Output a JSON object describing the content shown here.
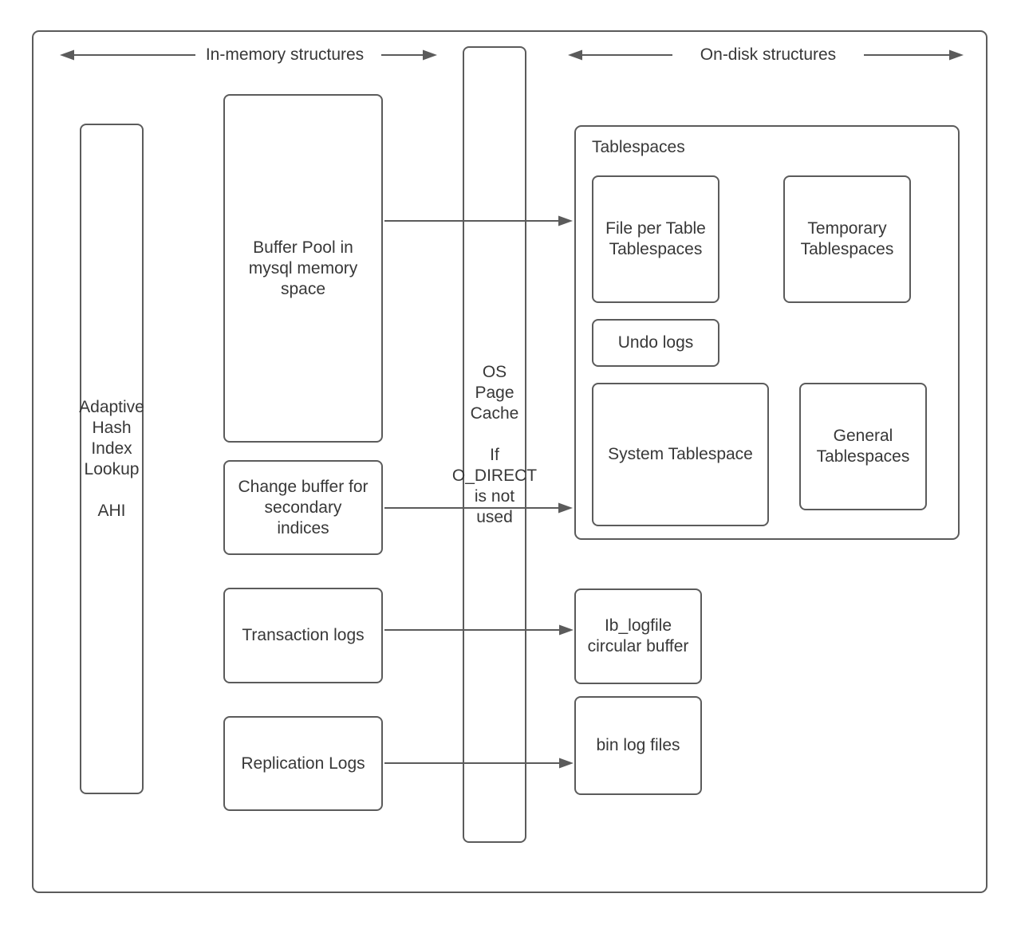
{
  "headers": {
    "in_memory": "In-memory structures",
    "on_disk": "On-disk structures"
  },
  "nodes": {
    "ahi": {
      "lines": [
        "Adaptive",
        "Hash",
        "Index",
        "Lookup",
        "",
        "AHI"
      ]
    },
    "buffer_pool": {
      "lines": [
        "Buffer Pool in",
        "mysql memory",
        "space"
      ]
    },
    "change_buffer": {
      "lines": [
        "Change buffer for",
        "secondary",
        "indices"
      ]
    },
    "transaction_logs": {
      "lines": [
        "Transaction logs"
      ]
    },
    "replication_logs": {
      "lines": [
        "Replication Logs"
      ]
    },
    "os_page_cache": {
      "lines": [
        "OS",
        "Page",
        "Cache",
        "",
        "If",
        "O_DIRECT",
        "is not",
        "used"
      ]
    },
    "tablespaces": {
      "label": "Tablespaces"
    },
    "file_per_table": {
      "lines": [
        "File per Table",
        "Tablespaces"
      ]
    },
    "temporary_tablespaces": {
      "lines": [
        "Temporary",
        "Tablespaces"
      ]
    },
    "undo_logs": {
      "lines": [
        "Undo logs"
      ]
    },
    "system_tablespace": {
      "lines": [
        "System Tablespace"
      ]
    },
    "general_tablespaces": {
      "lines": [
        "General",
        "Tablespaces"
      ]
    },
    "ib_logfile": {
      "lines": [
        "Ib_logfile",
        "circular buffer"
      ]
    },
    "bin_log_files": {
      "lines": [
        "bin log files"
      ]
    }
  },
  "edges": [
    {
      "from": "buffer_pool",
      "to": "tablespaces"
    },
    {
      "from": "change_buffer",
      "to": "tablespaces"
    },
    {
      "from": "transaction_logs",
      "to": "ib_logfile"
    },
    {
      "from": "replication_logs",
      "to": "bin_log_files"
    }
  ],
  "colors": {
    "stroke": "#5b5b5b",
    "text": "#383838",
    "background": "#ffffff"
  }
}
